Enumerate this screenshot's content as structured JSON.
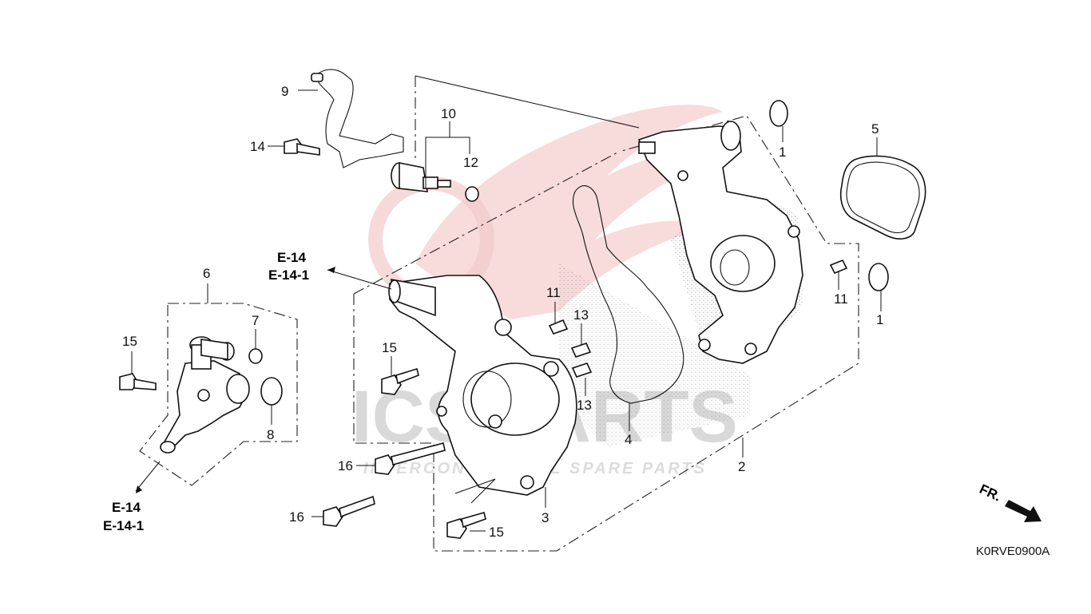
{
  "diagram": {
    "code": "K0RVE0900A",
    "direction_label": "FR.",
    "watermark": {
      "brand": "ICS PARTS",
      "tagline": "INTERCONTINENTAL SPARE PARTS"
    },
    "references": {
      "upper_line1": "E-14",
      "upper_line2": "E-14-1",
      "lower_line1": "E-14",
      "lower_line2": "E-14-1"
    },
    "callouts": {
      "c1a": "1",
      "c1b": "1",
      "c2": "2",
      "c3": "3",
      "c4": "4",
      "c5": "5",
      "c6": "6",
      "c7": "7",
      "c8": "8",
      "c9": "9",
      "c10": "10",
      "c11a": "11",
      "c11b": "11",
      "c12": "12",
      "c13a": "13",
      "c13b": "13",
      "c14": "14",
      "c15a": "15",
      "c15b": "15",
      "c15c": "15",
      "c16a": "16",
      "c16b": "16"
    }
  }
}
